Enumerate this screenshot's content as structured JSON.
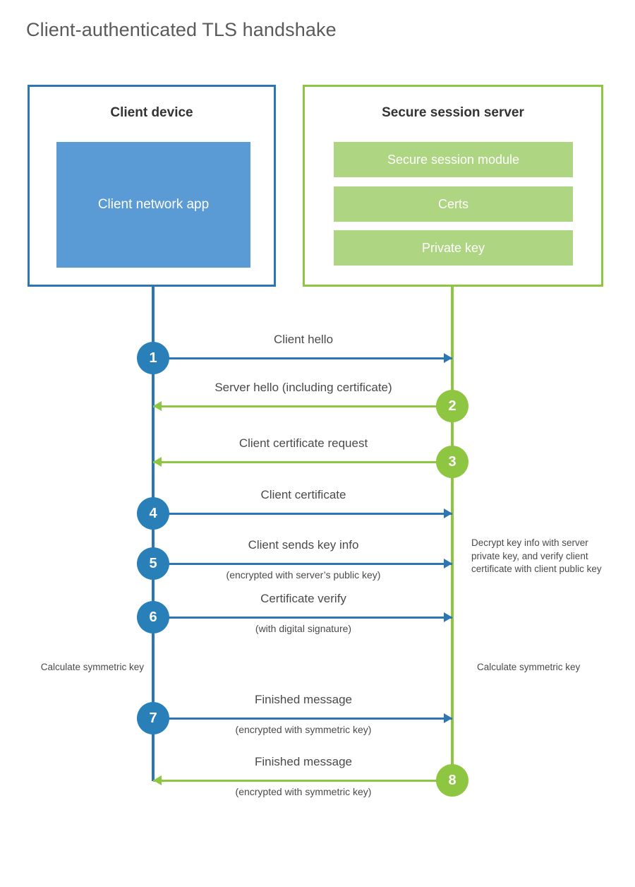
{
  "title": "Client-authenticated TLS handshake",
  "colors": {
    "client_blue": "#2e75b6",
    "client_app_fill": "#5b9bd5",
    "server_green": "#8ec641",
    "server_bar_fill": "#aed581",
    "step_blue": "#2980b9",
    "text_gray": "#4a4a4a",
    "title_gray": "#5a5a5a"
  },
  "client_box": {
    "title": "Client device",
    "app_label": "Client network app"
  },
  "server_box": {
    "title": "Secure session server",
    "components": [
      "Secure session module",
      "Certs",
      "Private key"
    ]
  },
  "annotations": {
    "server_decrypt": "Decrypt key info with server private key, and verify client certificate with client public key",
    "client_calculate": "Calculate symmetric key",
    "server_calculate": "Calculate symmetric key"
  },
  "messages": [
    {
      "step": "1",
      "label": "Client hello",
      "sublabel": "",
      "direction": "client-to-server",
      "color": "blue"
    },
    {
      "step": "2",
      "label": "Server hello (including certificate)",
      "sublabel": "",
      "direction": "server-to-client",
      "color": "green"
    },
    {
      "step": "3",
      "label": "Client certificate request",
      "sublabel": "",
      "direction": "server-to-client",
      "color": "green"
    },
    {
      "step": "4",
      "label": "Client certificate",
      "sublabel": "",
      "direction": "client-to-server",
      "color": "blue"
    },
    {
      "step": "5",
      "label": "Client sends key info",
      "sublabel": "(encrypted with server’s public key)",
      "direction": "client-to-server",
      "color": "blue"
    },
    {
      "step": "6",
      "label": "Certificate verify",
      "sublabel": "(with digital signature)",
      "direction": "client-to-server",
      "color": "blue"
    },
    {
      "step": "7",
      "label": "Finished message",
      "sublabel": "(encrypted with symmetric key)",
      "direction": "client-to-server",
      "color": "blue"
    },
    {
      "step": "8",
      "label": "Finished message",
      "sublabel": "(encrypted with symmetric key)",
      "direction": "server-to-client",
      "color": "green"
    }
  ]
}
